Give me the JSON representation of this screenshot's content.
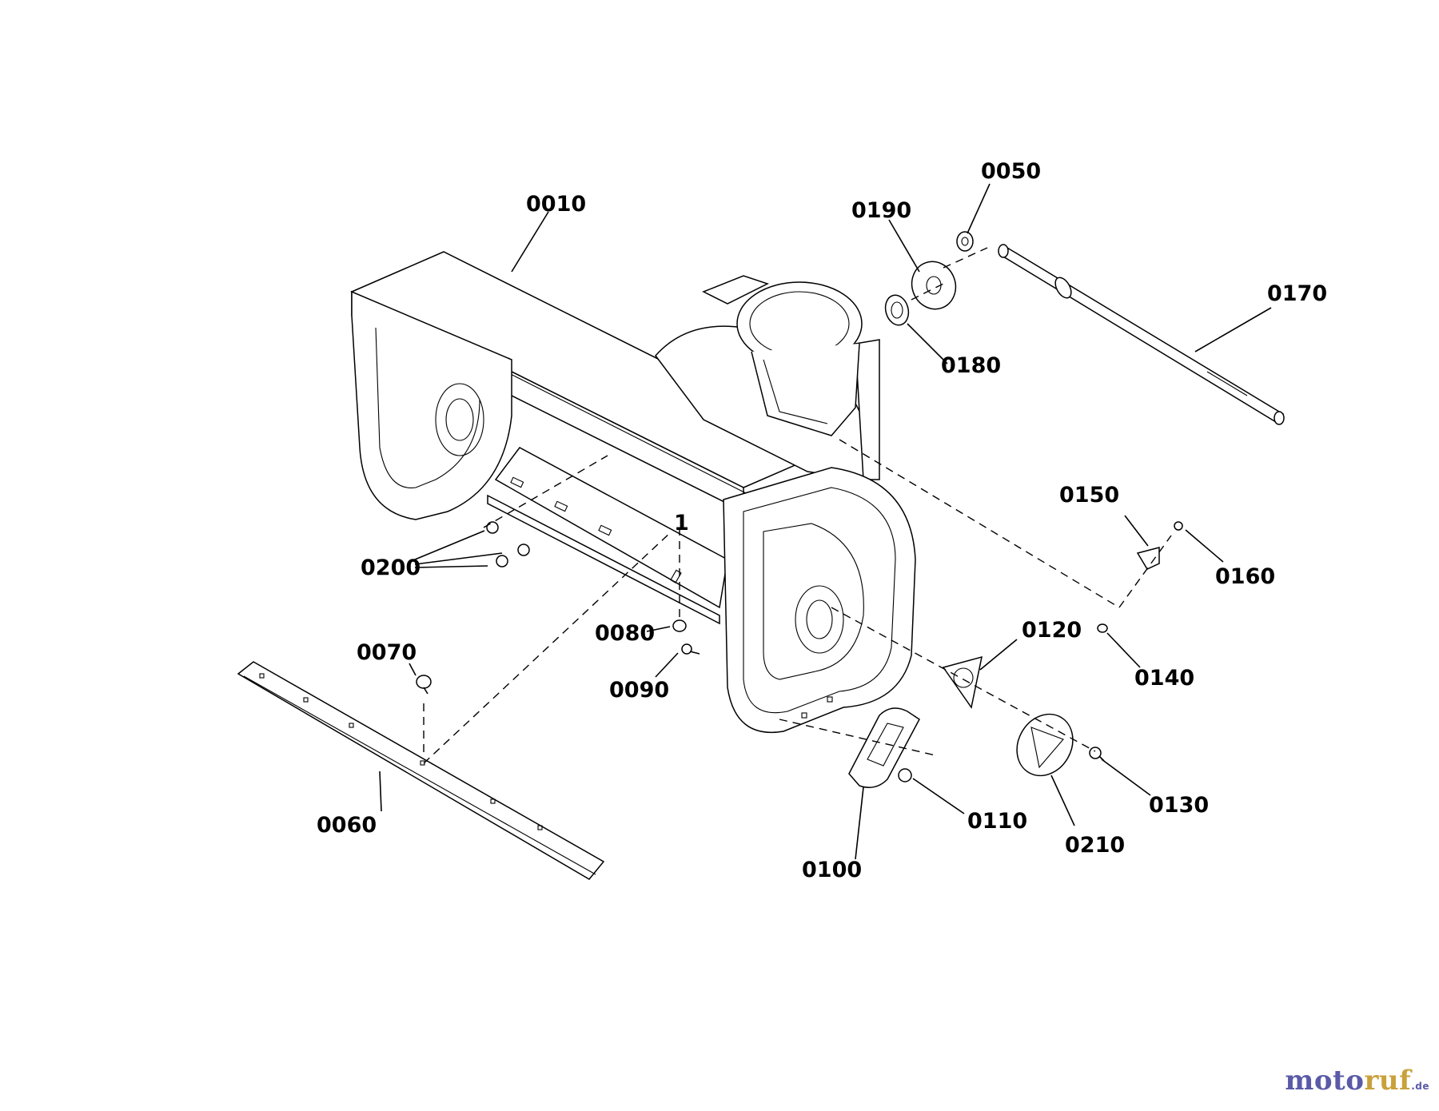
{
  "labels": {
    "p0010": "0010",
    "p0050": "0050",
    "p0060": "0060",
    "p0070": "0070",
    "p0080": "0080",
    "p0090": "0090",
    "p0100": "0100",
    "p0110": "0110",
    "p0120": "0120",
    "p0130": "0130",
    "p0140": "0140",
    "p0150": "0150",
    "p0160": "0160",
    "p0170": "0170",
    "p0180": "0180",
    "p0190": "0190",
    "p0200": "0200",
    "p0210": "0210"
  },
  "marker": "1",
  "watermark": {
    "part1": "moto",
    "part2": "ruf",
    "suffix": ".de"
  }
}
